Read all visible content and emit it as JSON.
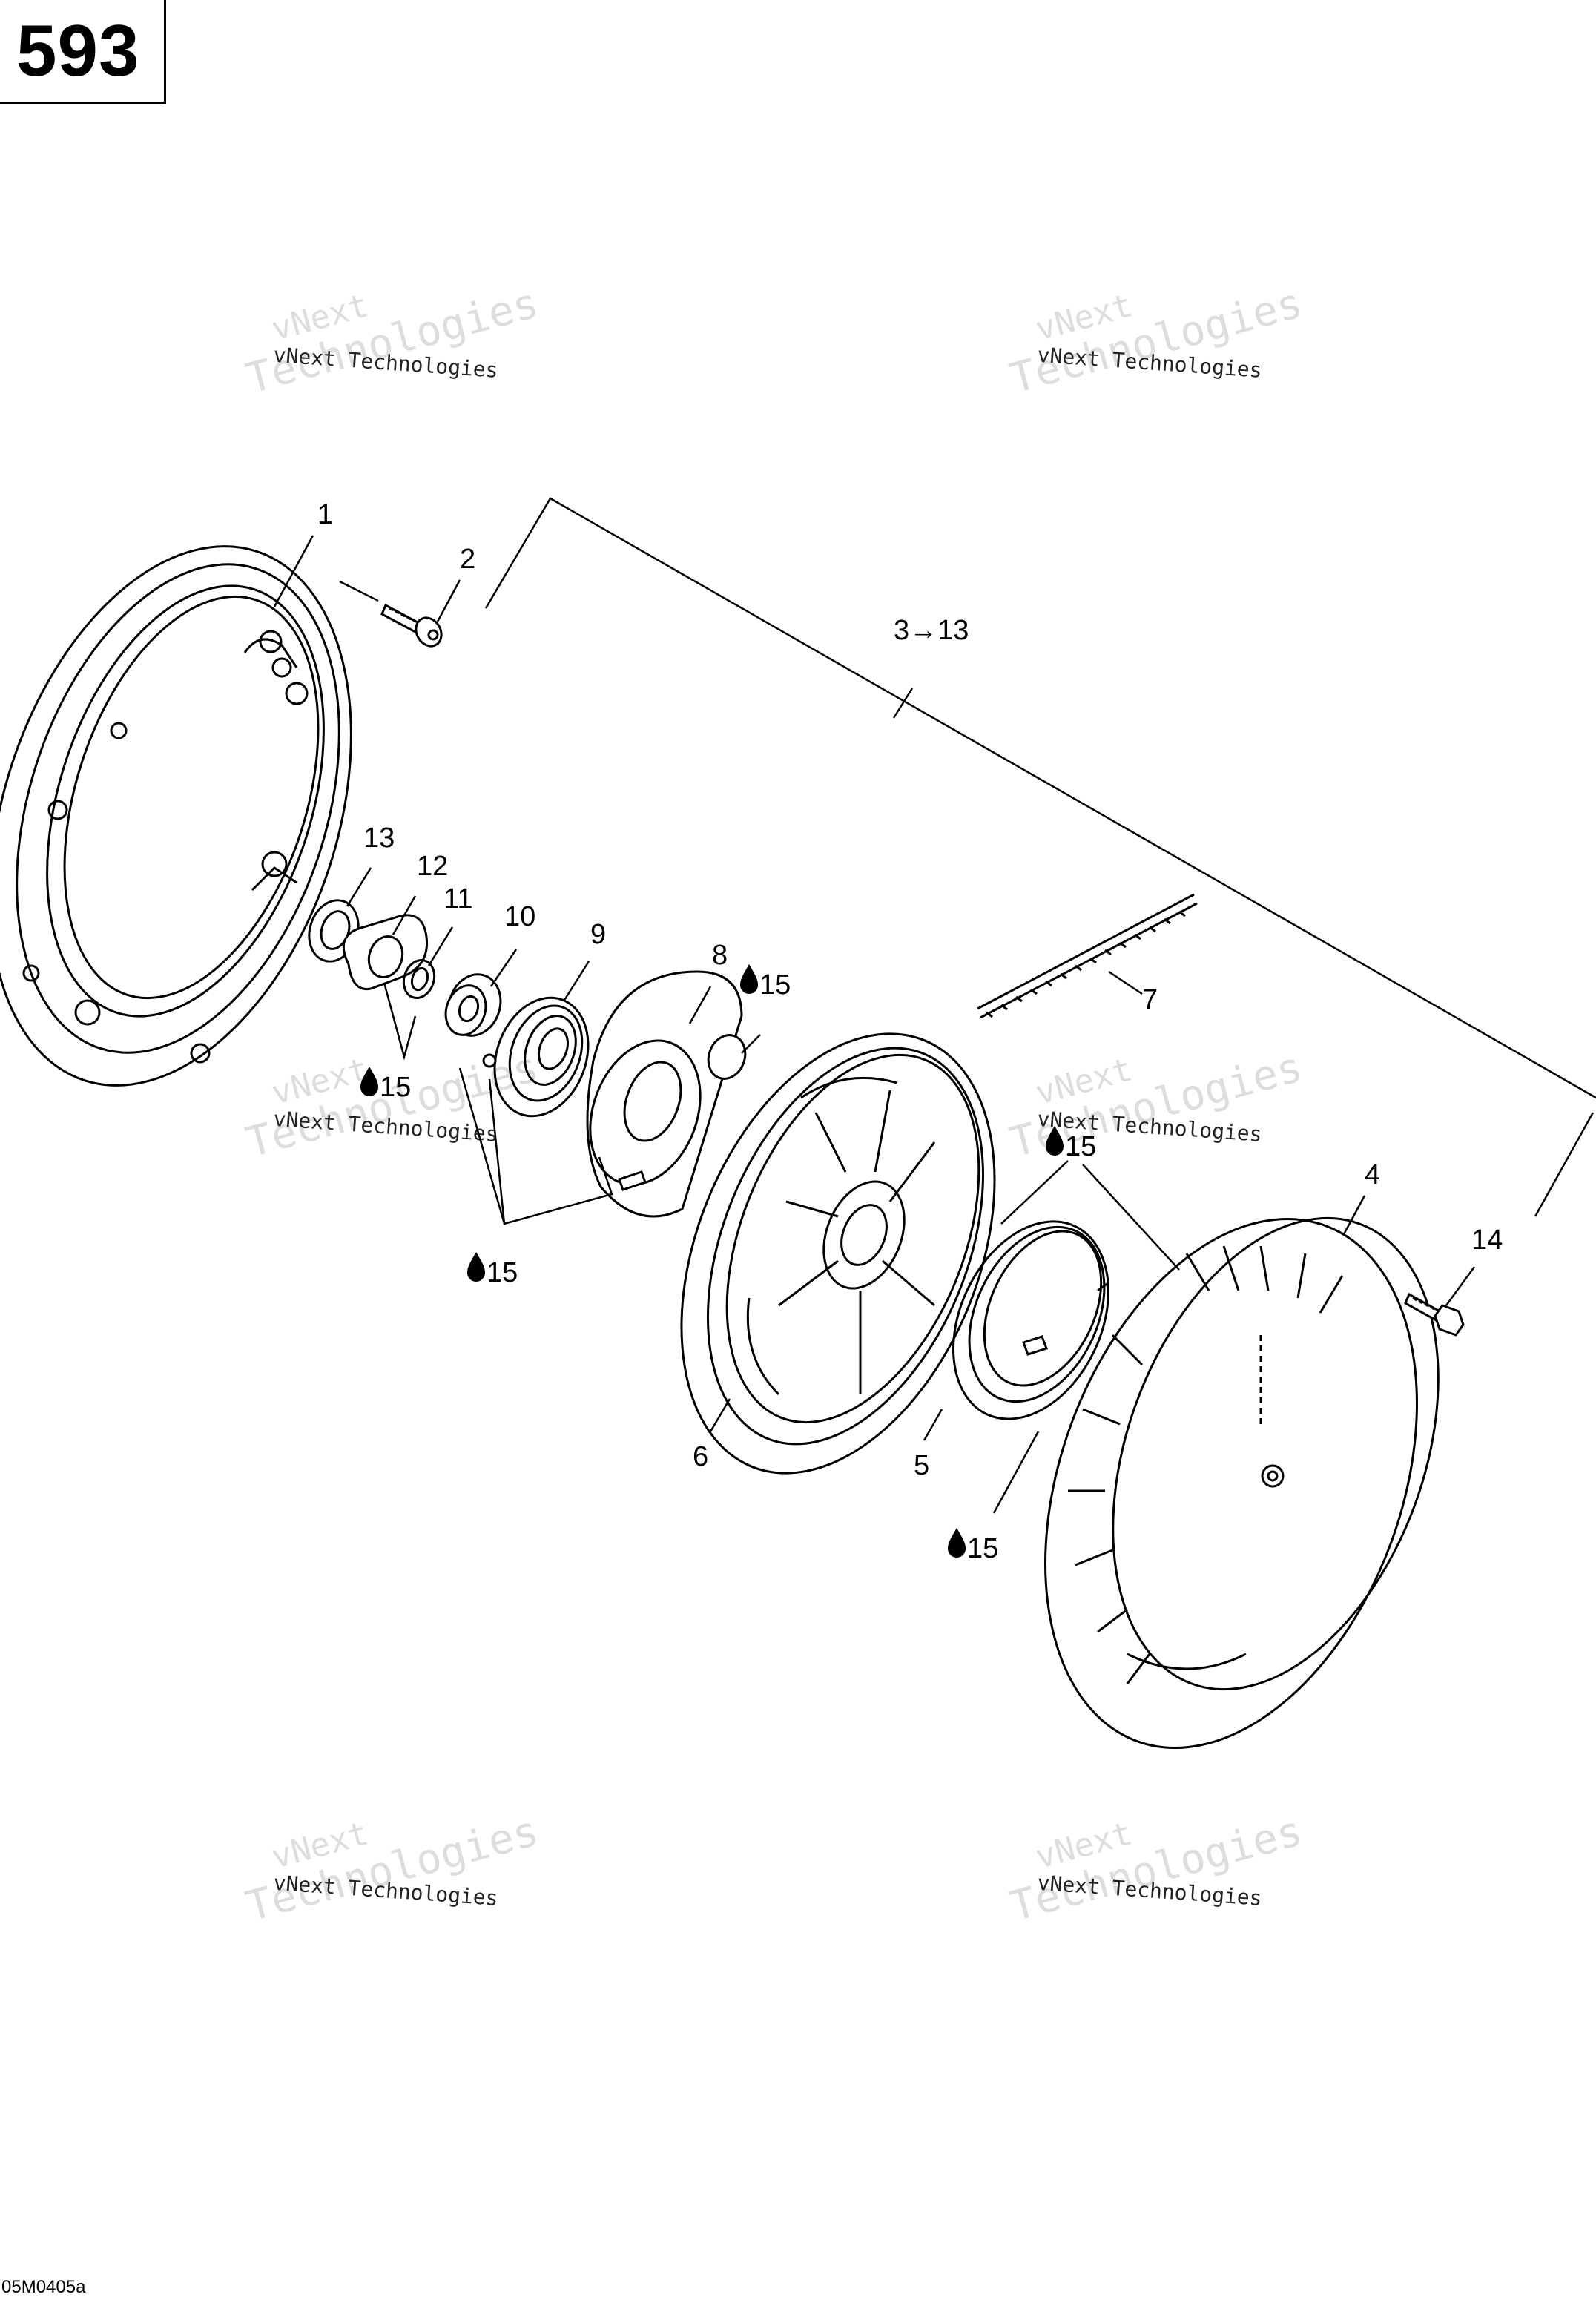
{
  "page_number": "593",
  "drawing_code": "05M0405a",
  "watermark": "vNext Technologies",
  "watermark_lines": [
    "vNext",
    "Technologies"
  ],
  "group_label": "3→13",
  "callouts": [
    {
      "id": "callout-1",
      "text": "1"
    },
    {
      "id": "callout-2",
      "text": "2"
    },
    {
      "id": "callout-4",
      "text": "4"
    },
    {
      "id": "callout-5",
      "text": "5"
    },
    {
      "id": "callout-6",
      "text": "6"
    },
    {
      "id": "callout-7",
      "text": "7"
    },
    {
      "id": "callout-8",
      "text": "8"
    },
    {
      "id": "callout-9",
      "text": "9"
    },
    {
      "id": "callout-10",
      "text": "10"
    },
    {
      "id": "callout-11",
      "text": "11"
    },
    {
      "id": "callout-12",
      "text": "12"
    },
    {
      "id": "callout-13",
      "text": "13"
    },
    {
      "id": "callout-14",
      "text": "14"
    }
  ],
  "lubricant_ref": "15",
  "lubricant_icon": "oil-drop-icon"
}
